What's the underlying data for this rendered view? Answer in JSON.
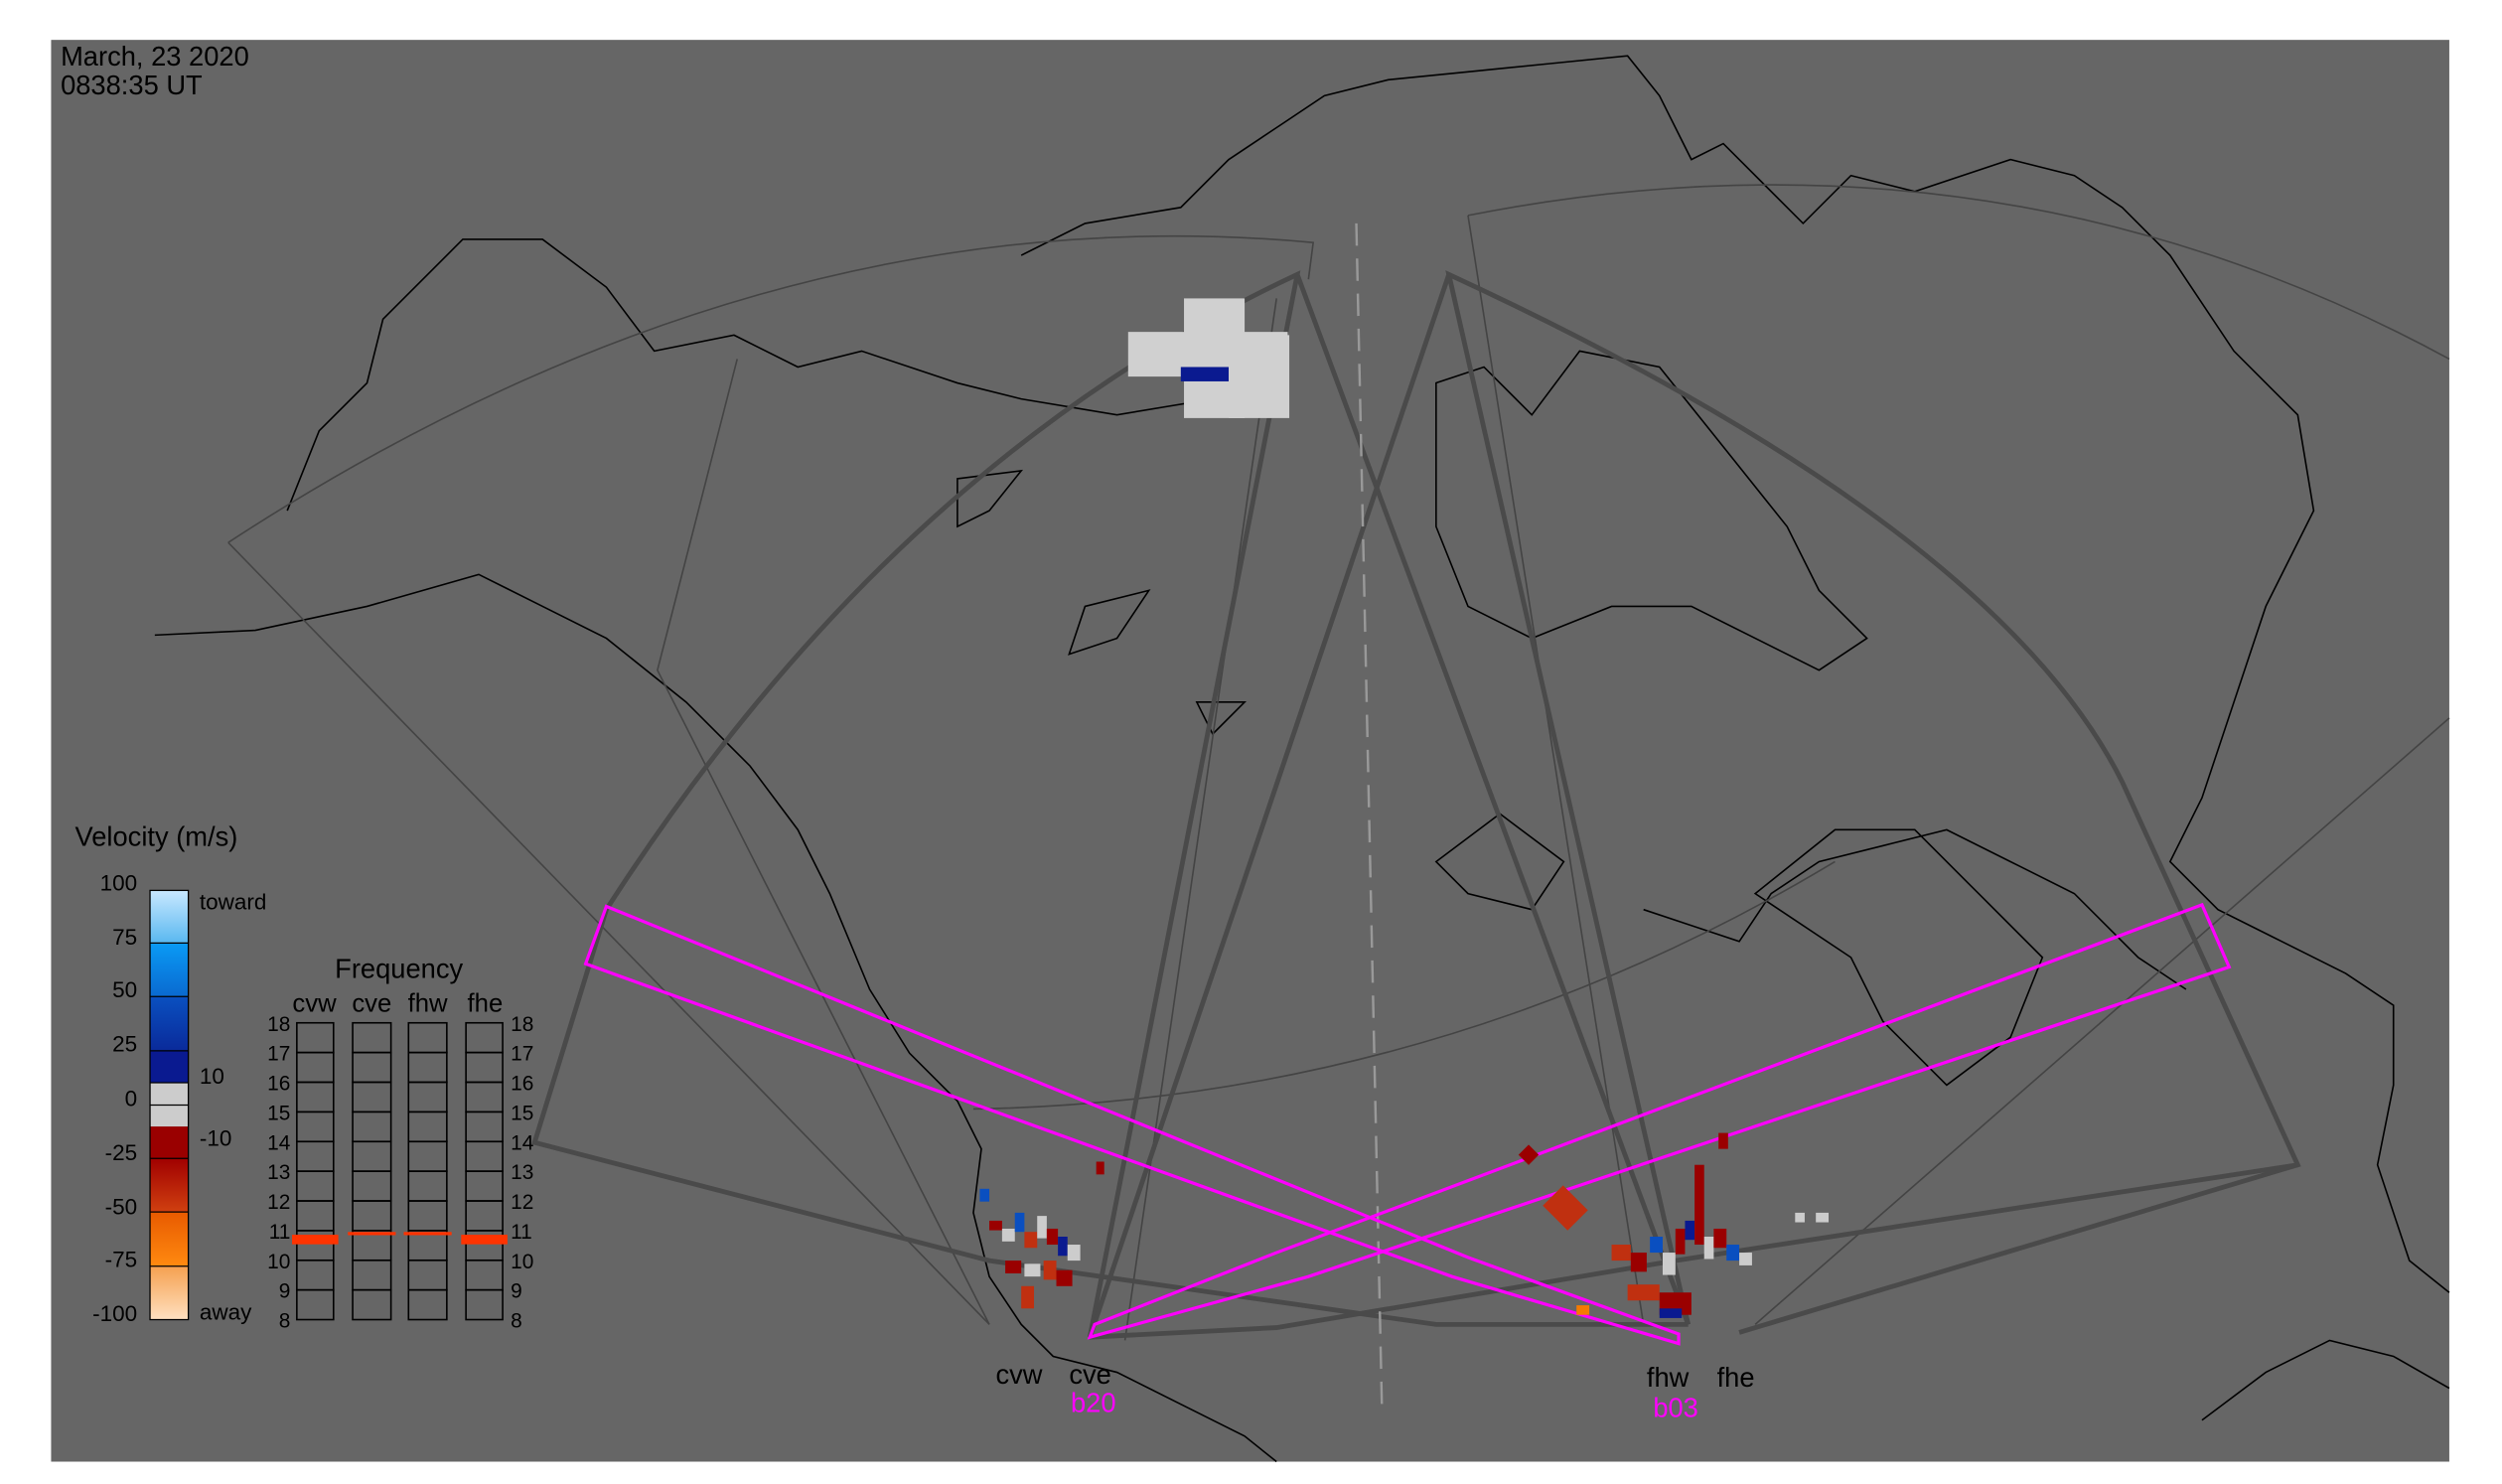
{
  "header": {
    "date": "March, 23 2020",
    "time": "0838:35 UT"
  },
  "legend": {
    "title": "Velocity (m/s)",
    "ticks": [
      "100",
      "75",
      "50",
      "25",
      "0",
      "-25",
      "-50",
      "-75",
      "-100"
    ],
    "toward_label": "toward",
    "away_label": "away",
    "threshold_high": "10",
    "threshold_low": "-10",
    "colors": [
      "#8fd0f5",
      "#0a8ef0",
      "#0a4fc0",
      "#0a1a90",
      "#cccccc",
      "#cccccc",
      "#9a0000",
      "#c03010",
      "#f57a00",
      "#f9c080"
    ]
  },
  "frequency": {
    "title": "Frequency",
    "radars": [
      "cvw",
      "cve",
      "fhw",
      "fhe"
    ],
    "scale": [
      "18",
      "17",
      "16",
      "15",
      "14",
      "13",
      "12",
      "11",
      "10",
      "9",
      "8"
    ],
    "values_mhz": [
      10.7,
      10.9,
      10.9,
      10.7
    ],
    "bar_color": "#ff3300"
  },
  "sites": {
    "west": {
      "radar1": "cvw",
      "radar2": "cve",
      "beam": "b20"
    },
    "east": {
      "radar1": "fhw",
      "radar2": "fhe",
      "beam": "b03"
    }
  },
  "colors": {
    "background": "#666666",
    "beam": "#ff00ff",
    "fov": "#4a4a4a"
  }
}
